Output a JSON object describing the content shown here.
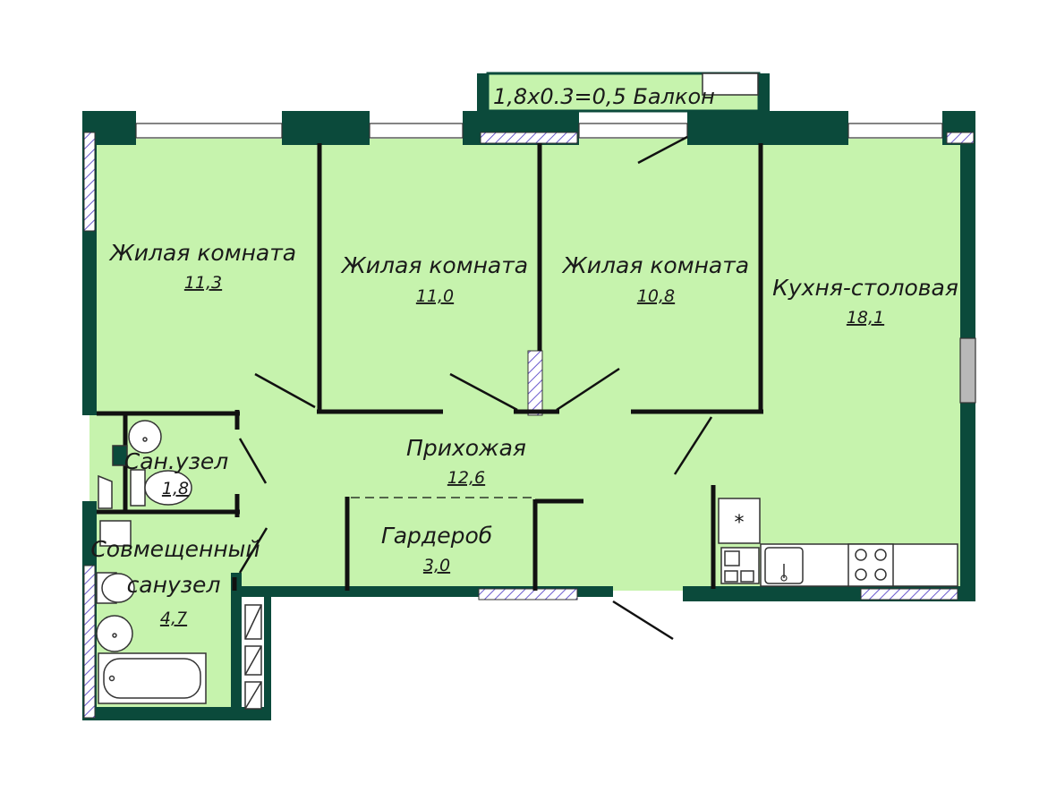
{
  "balcony": {
    "label": "1,8x0.3=0,5 Балкон"
  },
  "rooms": [
    {
      "id": "living-1",
      "name": "Жилая комната",
      "area": "11,3"
    },
    {
      "id": "living-2",
      "name": "Жилая комната",
      "area": "11,0"
    },
    {
      "id": "living-3",
      "name": "Жилая комната",
      "area": "10,8"
    },
    {
      "id": "kitchen",
      "name": "Кухня-столовая",
      "area": "18,1"
    },
    {
      "id": "hallway",
      "name": "Прихожая",
      "area": "12,6"
    },
    {
      "id": "wardrobe",
      "name": "Гардероб",
      "area": "3,0"
    },
    {
      "id": "wc",
      "name": "Сан.узел",
      "area": "1,8"
    },
    {
      "id": "bathroom",
      "name": "Совмещенный",
      "name2": "санузел",
      "area": "4,7"
    }
  ],
  "colors": {
    "floor": "#c6f3ad",
    "wall": "#0b4a3b",
    "partition": "#111111",
    "hatch": "#6a5acd",
    "window_gray": "#b8b8b8"
  },
  "icons": [
    "stove-icon",
    "sink-icon",
    "toilet-icon",
    "bathtub-icon",
    "washbasin-icon",
    "vent-shaft-icon"
  ]
}
